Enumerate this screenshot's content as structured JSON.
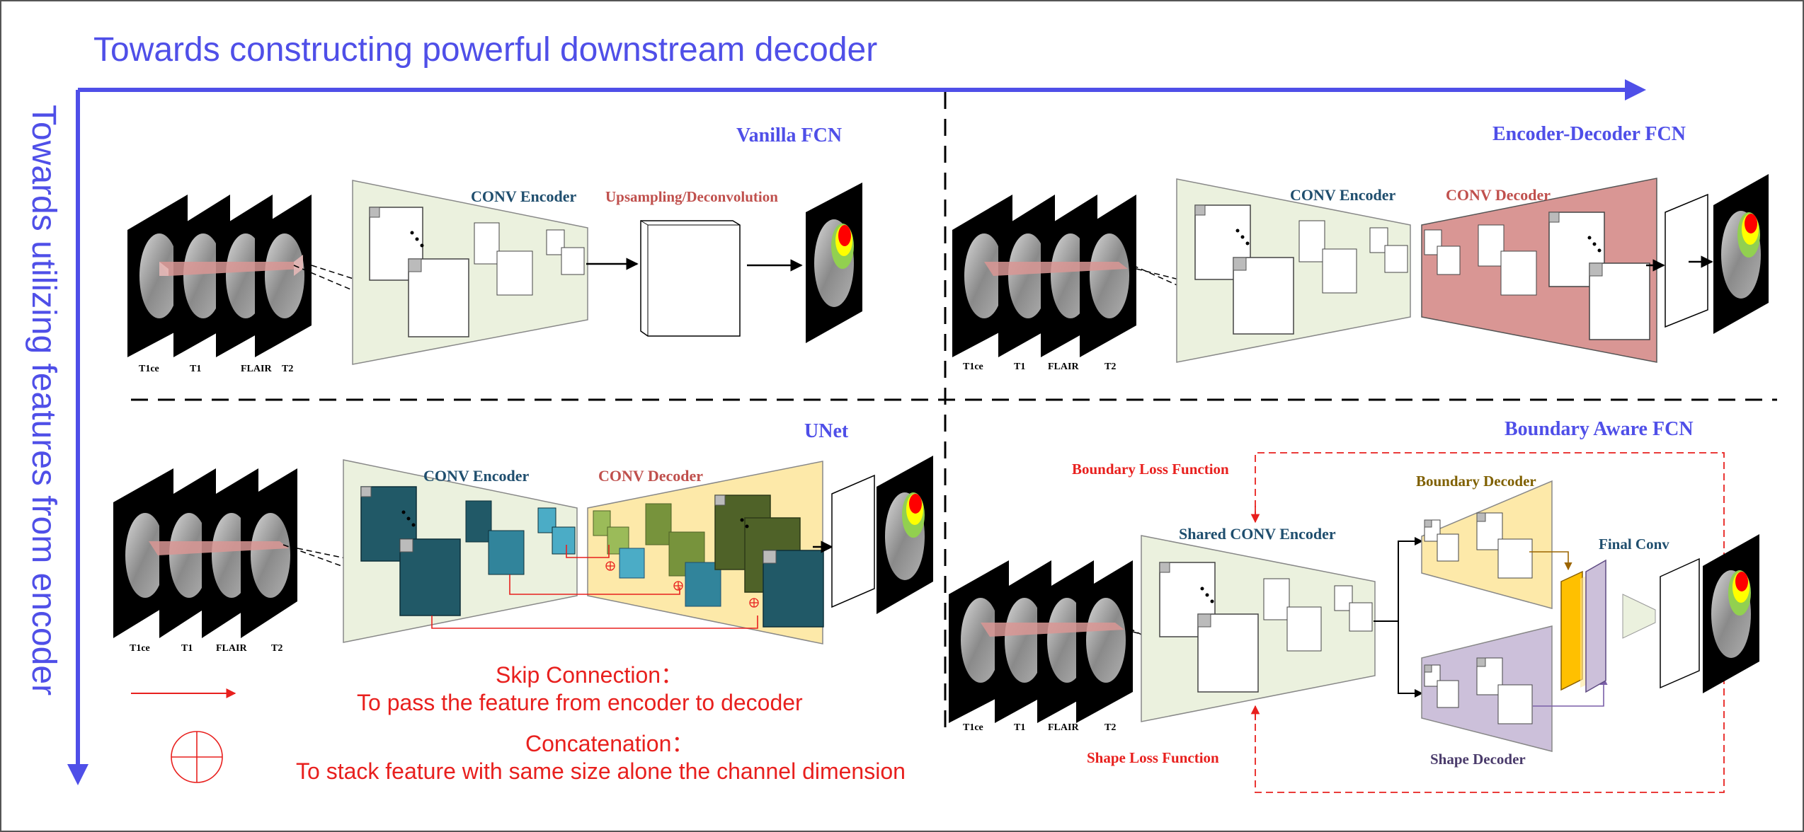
{
  "header": {
    "x_axis_title": "Towards constructing powerful downstream decoder",
    "y_axis_title": "Towards utilizing features from encoder"
  },
  "modalities": [
    "T1ce",
    "T1",
    "FLAIR",
    "T2"
  ],
  "panels": {
    "vanilla": {
      "title": "Vanilla FCN",
      "encoder_label": "CONV Encoder",
      "upsample_label": "Upsampling/Deconvolution"
    },
    "encdec": {
      "title": "Encoder-Decoder FCN",
      "encoder_label": "CONV Encoder",
      "decoder_label": "CONV Decoder"
    },
    "unet": {
      "title": "UNet",
      "encoder_label": "CONV Encoder",
      "decoder_label": "CONV Decoder"
    },
    "boundary": {
      "title": "Boundary Aware FCN",
      "encoder_label": "Shared CONV Encoder",
      "boundary_decoder_label": "Boundary Decoder",
      "shape_decoder_label": "Shape Decoder",
      "final_conv_label": "Final Conv",
      "boundary_loss_label": "Boundary Loss Function",
      "shape_loss_label": "Shape Loss Function"
    }
  },
  "legend": {
    "skip_title": "Skip Connection：",
    "skip_desc": "To pass the feature from encoder to decoder",
    "concat_title": "Concatenation：",
    "concat_desc": "To stack feature with same size alone the channel dimension"
  },
  "colors": {
    "blue_title": "#4f4fe8",
    "dark_teal": "#1f4e6e",
    "red": "#e8201e",
    "brown_red": "#c0504d",
    "encoder_fill": "#ebf1de",
    "decoder_red_fill": "#d99694",
    "decoder_yellow_fill": "#fde9a9",
    "boundary_yellow_fill": "#fde9a9",
    "shape_purple_fill": "#ccc0da",
    "unet_enc_block": "#215967",
    "unet_dec_block": "#4f6228",
    "final_conv_gold": "#ffc000"
  }
}
